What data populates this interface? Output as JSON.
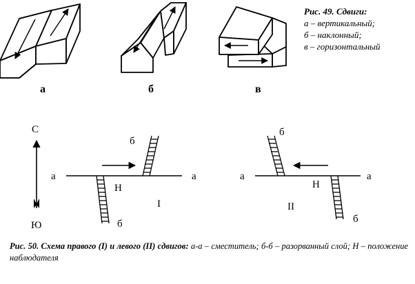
{
  "fig49": {
    "title": "Рис. 49. Сдвиги:",
    "items": [
      "а – вертикальный;",
      "б – наклонный;",
      "в – горизонтальный"
    ],
    "labels": [
      "а",
      "б",
      "в"
    ]
  },
  "fig50": {
    "caption_bold": "Рис. 50. Схема правого (I) и левого (II) сдвигов:",
    "caption_rest": " а-а – сместитель; б-б – разорванный слой; Н – положение наблюдателя",
    "compass_north": "С",
    "compass_south": "Ю",
    "left": {
      "a_left": "а",
      "a_right": "а",
      "b_top": "б",
      "b_bottom": "б",
      "observer": "Н",
      "roman": "I"
    },
    "right": {
      "a_left": "а",
      "a_right": "а",
      "b_top": "б",
      "b_bottom": "б",
      "observer": "Н",
      "roman": "II"
    }
  }
}
